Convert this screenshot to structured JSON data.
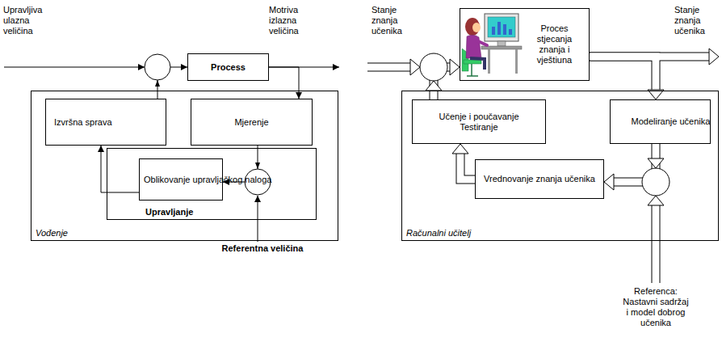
{
  "diagram": {
    "nodes": [
      {
        "text": [
          "Process"
        ]
      },
      {
        "text": [
          "Vođenje"
        ]
      },
      {
        "text": [
          "Izvršna sprava"
        ],
        "in": 1
      },
      {
        "text": [
          "Mjerenje"
        ],
        "in": 1
      },
      {
        "text": [
          "Upravljanje"
        ],
        "in": 1
      },
      {
        "text": [
          "Oblikovanje upravljačkog naloga"
        ],
        "in": 4
      },
      {
        "text": [
          "Proces stjecanja znanja i vještiuna"
        ]
      },
      {
        "text": [
          "Računalni učitelj"
        ]
      },
      {
        "text": [
          "Učenje i poučavanje",
          "Testiranje"
        ],
        "in": 7
      },
      {
        "text": [
          "Modeliranje učenika"
        ],
        "in": 7
      },
      {
        "text": [
          "Vrednovanje znanja učenika"
        ],
        "in": 7
      }
    ],
    "edges": [
      {
        "from": 2,
        "to": 0,
        "arrow": "to"
      },
      {
        "from": 0,
        "to": 3,
        "arrow": "to"
      },
      {
        "from": 3,
        "to": 5,
        "arrow": "to"
      },
      {
        "from": 5,
        "to": 2,
        "arrow": "to"
      },
      {
        "from": 8,
        "to": 6,
        "arrow": "to"
      },
      {
        "from": 6,
        "to": 9,
        "arrow": "to"
      },
      {
        "from": 9,
        "to": 10,
        "arrow": "to"
      },
      {
        "from": 10,
        "to": 8,
        "arrow": "to"
      }
    ],
    "labels": [
      "Upravljiva ulazna veličina",
      "Motriva izlazna veličina",
      "Referentna veličina",
      "Stanje znanja učenika",
      "Stanje znanja učenika",
      "Referenca: Nastavni sadržaj i model dobrog učenika"
    ]
  }
}
